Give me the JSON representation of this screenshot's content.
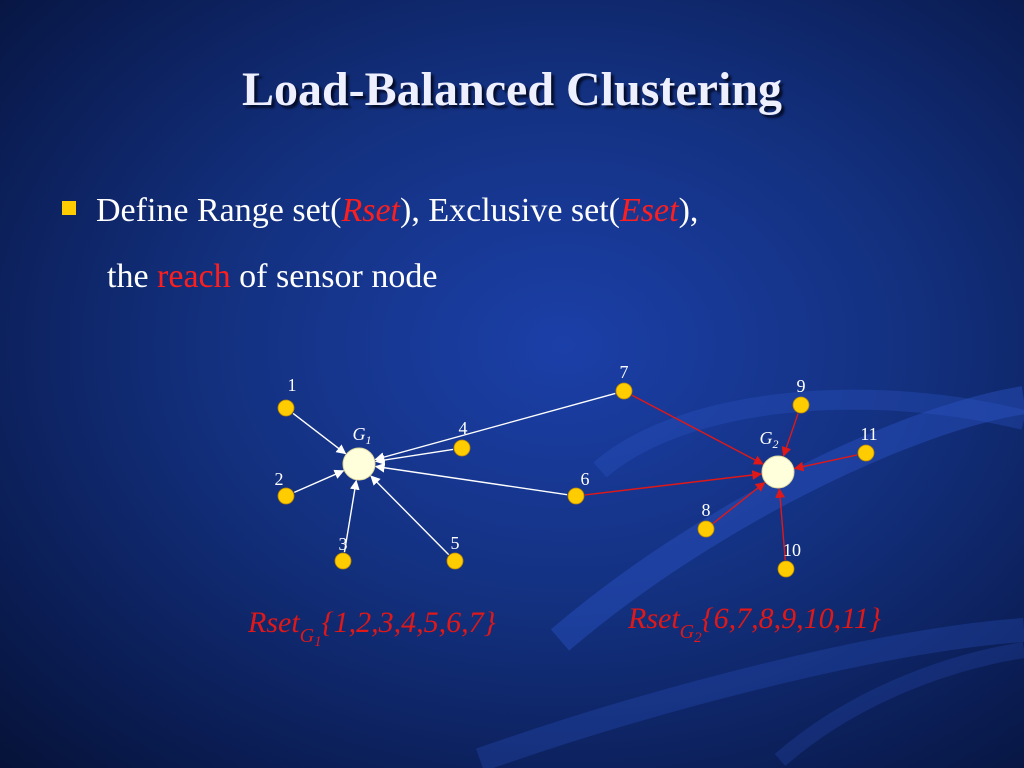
{
  "slide": {
    "title": "Load-Balanced Clustering",
    "bullet": {
      "line1": {
        "part1": "Define Range set(",
        "rset": "Rset",
        "part2": "), Exclusive set(",
        "eset": "Eset",
        "part3": "),"
      },
      "line2": {
        "part1": "the",
        "reach": "reach",
        "part2": "of  sensor node"
      }
    }
  },
  "colors": {
    "accent_red": "#e01818",
    "node_yellow": "#ffcc00",
    "bullet_yellow": "#ffcc00",
    "white_arrow": "#ffffff",
    "red_arrow": "#e01818"
  },
  "diagram": {
    "cluster_heads": [
      {
        "id": "G1",
        "label": "G",
        "sub": "1"
      },
      {
        "id": "G2",
        "label": "G",
        "sub": "2"
      }
    ],
    "sensors": [
      {
        "id": "n1",
        "label": "1"
      },
      {
        "id": "n2",
        "label": "2"
      },
      {
        "id": "n3",
        "label": "3"
      },
      {
        "id": "n4",
        "label": "4"
      },
      {
        "id": "n5",
        "label": "5"
      },
      {
        "id": "n6",
        "label": "6"
      },
      {
        "id": "n7",
        "label": "7"
      },
      {
        "id": "n8",
        "label": "8"
      },
      {
        "id": "n9",
        "label": "9"
      },
      {
        "id": "n10",
        "label": "10"
      },
      {
        "id": "n11",
        "label": "11"
      }
    ],
    "edges": [
      {
        "from": "n1",
        "to": "G1",
        "color": "white"
      },
      {
        "from": "n2",
        "to": "G1",
        "color": "white"
      },
      {
        "from": "n3",
        "to": "G1",
        "color": "white"
      },
      {
        "from": "n4",
        "to": "G1",
        "color": "white"
      },
      {
        "from": "n5",
        "to": "G1",
        "color": "white"
      },
      {
        "from": "n6",
        "to": "G1",
        "color": "white"
      },
      {
        "from": "n7",
        "to": "G1",
        "color": "white"
      },
      {
        "from": "n6",
        "to": "G2",
        "color": "red"
      },
      {
        "from": "n7",
        "to": "G2",
        "color": "red"
      },
      {
        "from": "n8",
        "to": "G2",
        "color": "red"
      },
      {
        "from": "n9",
        "to": "G2",
        "color": "red"
      },
      {
        "from": "n10",
        "to": "G2",
        "color": "red"
      },
      {
        "from": "n11",
        "to": "G2",
        "color": "red"
      }
    ],
    "rset_g1": {
      "prefix": "Rset",
      "sub_g": "G",
      "sub_n": "1",
      "set": "{1,2,3,4,5,6,7}"
    },
    "rset_g2": {
      "prefix": "Rset",
      "sub_g": "G",
      "sub_n": "2",
      "set": "{6,7,8,9,10,11}"
    }
  }
}
